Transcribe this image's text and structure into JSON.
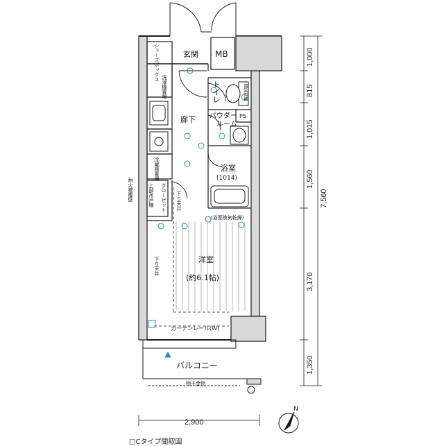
{
  "rooms": {
    "entrance": "玄関",
    "mb": "MB",
    "toilet": "トイレ",
    "toilet_shelf": "上部吊戸棚",
    "hallway": "廊下",
    "powder_room_line1": "パウダー",
    "powder_room_line2": "ルーム",
    "ps": "PS",
    "bathroom": "浴室",
    "bathroom_size": "(1014)",
    "western_room": "洋室",
    "western_room_size": "(約6.1帖)",
    "balcony": "バルコニー"
  },
  "annotations": {
    "shoe_box": "シューズボックス",
    "washer_space": "洗濯機置場",
    "fridge_space": "冷蔵庫置場",
    "closet": "クローゼット",
    "closet_shelf": "上部吊戸棚",
    "fire_wall": "耐火被覆壁",
    "ceiling_drop_1": "下り天井",
    "ceiling_drop_2": "下り天井",
    "curtain_rail": "カーテンレール(W)",
    "laundry_pole": "物干金物",
    "drying": "(浴室換気乾燥)"
  },
  "dimensions": {
    "right_segments": [
      "1,000",
      "815",
      "1,015",
      "1,560",
      "3,170",
      "1,350"
    ],
    "right_total": "7,560",
    "bottom_width": "2,900"
  },
  "compass": {
    "label": "N"
  },
  "footer": {
    "caption": "□Cタイプ間取図"
  },
  "colors": {
    "line": "#1a1a1a",
    "fixture": "#1e90c8",
    "wall_fill": "#d9d9d9"
  }
}
